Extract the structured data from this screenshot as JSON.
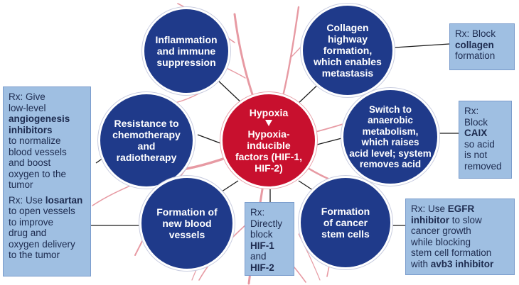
{
  "center": {
    "top": "Hypoxia",
    "bottom_lines": [
      "Hypoxia-",
      "inducible",
      "factors (HIF-1,",
      "HIF-2)"
    ]
  },
  "circles": {
    "inflammation": [
      "Inflammation",
      "and immune",
      "suppression"
    ],
    "collagen": [
      "Collagen",
      "highway",
      "formation,",
      "which enables",
      "metastasis"
    ],
    "anaerobic": [
      "Switch to",
      "anaerobic",
      "metabolism,",
      "which raises",
      "acid level; system",
      "removes acid"
    ],
    "resistance": [
      "Resistance to",
      "chemotherapy",
      "and",
      "radiotherapy"
    ],
    "vessels": [
      "Formation of",
      "new blood",
      "vessels"
    ],
    "stem": [
      "Formation",
      "of cancer",
      "stem cells"
    ]
  },
  "boxes": {
    "collagen": {
      "prefix": "Rx: Block",
      "bold": "collagen",
      "suffix": "formation"
    },
    "caix": {
      "l1": "Rx:",
      "l2": "Block",
      "bold": "CAIX",
      "l3": "so acid",
      "l4": "is not",
      "l5": "removed"
    },
    "angio": {
      "l1": "Rx: Give",
      "l2": "low-level",
      "bold1": "angiogenesis",
      "bold2": "inhibitors",
      "l3": "to normalize",
      "l4": "blood vessels",
      "l5": "and boost",
      "l6": "oxygen to the",
      "l7": "tumor"
    },
    "losartan": {
      "l1": "Rx: Use",
      "bold": "losartan",
      "l2": "to open vessels",
      "l3": "to improve",
      "l4": "drug and",
      "l5": "oxygen delivery",
      "l6": "to the tumor"
    },
    "hif": {
      "l1": "Rx:",
      "l2": "Directly",
      "l3": "block",
      "bold1": "HIF-1",
      "l4": "and",
      "bold2": "HIF-2"
    },
    "egfr": {
      "l1": "Rx: Use",
      "bold1": "EGFR",
      "bold2": "inhibitor",
      "l2": "to slow",
      "l3": "cancer growth",
      "l4": "while blocking",
      "l5": "stem cell formation",
      "l6": "with",
      "bold3": "avb3 inhibitor"
    }
  },
  "colors": {
    "circle_blue": "#1f3a8a",
    "center_red": "#c8102e",
    "box_fill": "#9fbfe2",
    "vessels": "#e79aa3"
  }
}
